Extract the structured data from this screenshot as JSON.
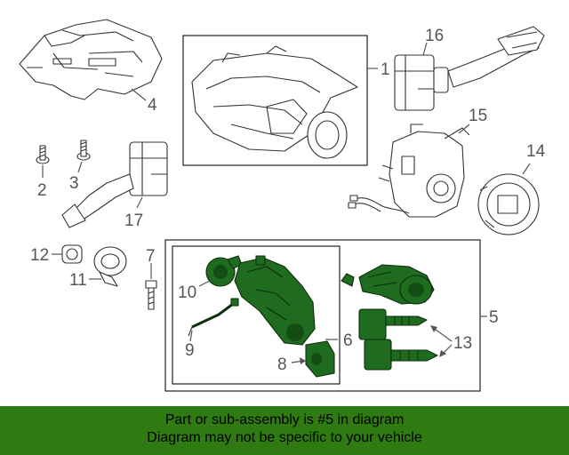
{
  "callouts": {
    "c1": "1",
    "c2": "2",
    "c3": "3",
    "c4": "4",
    "c5": "5",
    "c6": "6",
    "c7": "7",
    "c8": "8",
    "c9": "9",
    "c10": "10",
    "c11": "11",
    "c12": "12",
    "c13": "13",
    "c14": "14",
    "c15": "15",
    "c16": "16",
    "c17": "17"
  },
  "banner": {
    "line1": "Part or sub-assembly is #5 in diagram",
    "line2": "Diagram may not be specific to your vehicle"
  },
  "colors": {
    "highlight_part": "#1f6b1f",
    "banner_background": "#2f7a11"
  }
}
